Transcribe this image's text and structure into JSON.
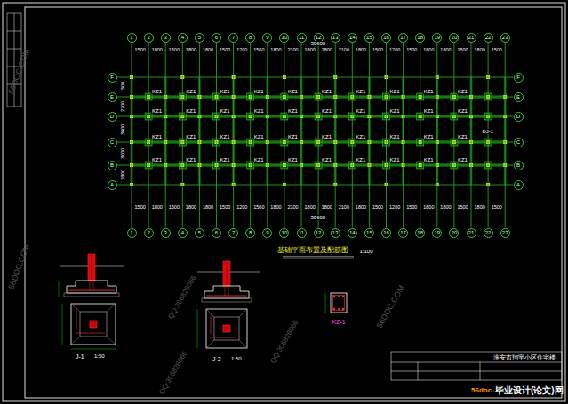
{
  "diagram": {
    "nodes": [
      {
        "text": [
          "1"
        ]
      },
      {
        "text": [
          "2"
        ]
      },
      {
        "text": [
          "3"
        ]
      },
      {
        "text": [
          "4"
        ]
      },
      {
        "text": [
          "5"
        ]
      },
      {
        "text": [
          "6"
        ]
      },
      {
        "text": [
          "7"
        ]
      },
      {
        "text": [
          "8"
        ]
      },
      {
        "text": [
          "9"
        ]
      },
      {
        "text": [
          "10"
        ]
      },
      {
        "text": [
          "11"
        ]
      },
      {
        "text": [
          "12"
        ]
      },
      {
        "text": [
          "13"
        ]
      },
      {
        "text": [
          "14"
        ]
      },
      {
        "text": [
          "15"
        ]
      },
      {
        "text": [
          "16"
        ]
      },
      {
        "text": [
          "17"
        ]
      },
      {
        "text": [
          "18"
        ]
      },
      {
        "text": [
          "19"
        ]
      },
      {
        "text": [
          "20"
        ]
      },
      {
        "text": [
          "21"
        ]
      },
      {
        "text": [
          "22"
        ]
      },
      {
        "text": [
          "23"
        ]
      },
      {
        "text": [
          "1"
        ]
      },
      {
        "text": [
          "2"
        ]
      },
      {
        "text": [
          "3"
        ]
      },
      {
        "text": [
          "4"
        ]
      },
      {
        "text": [
          "5"
        ]
      },
      {
        "text": [
          "6"
        ]
      },
      {
        "text": [
          "7"
        ]
      },
      {
        "text": [
          "8"
        ]
      },
      {
        "text": [
          "9"
        ]
      },
      {
        "text": [
          "10"
        ]
      },
      {
        "text": [
          "11"
        ]
      },
      {
        "text": [
          "12"
        ]
      },
      {
        "text": [
          "13"
        ]
      },
      {
        "text": [
          "14"
        ]
      },
      {
        "text": [
          "15"
        ]
      },
      {
        "text": [
          "16"
        ]
      },
      {
        "text": [
          "17"
        ]
      },
      {
        "text": [
          "18"
        ]
      },
      {
        "text": [
          "19"
        ]
      },
      {
        "text": [
          "20"
        ]
      },
      {
        "text": [
          "21"
        ]
      },
      {
        "text": [
          "22"
        ]
      },
      {
        "text": [
          "23"
        ]
      },
      {
        "text": [
          "F"
        ]
      },
      {
        "text": [
          "E"
        ]
      },
      {
        "text": [
          "D"
        ]
      },
      {
        "text": [
          "C"
        ]
      },
      {
        "text": [
          "B"
        ]
      },
      {
        "text": [
          "A"
        ]
      },
      {
        "text": [
          "F"
        ]
      },
      {
        "text": [
          "E"
        ]
      },
      {
        "text": [
          "D"
        ]
      },
      {
        "text": [
          "C"
        ]
      },
      {
        "text": [
          "B"
        ]
      },
      {
        "text": [
          "A"
        ]
      }
    ],
    "edges": [
      {
        "from": 0,
        "to": 23,
        "arrow": "none"
      },
      {
        "from": 1,
        "to": 24,
        "arrow": "none"
      },
      {
        "from": 2,
        "to": 25,
        "arrow": "none"
      },
      {
        "from": 3,
        "to": 26,
        "arrow": "none"
      },
      {
        "from": 4,
        "to": 27,
        "arrow": "none"
      },
      {
        "from": 5,
        "to": 28,
        "arrow": "none"
      },
      {
        "from": 6,
        "to": 29,
        "arrow": "none"
      },
      {
        "from": 7,
        "to": 30,
        "arrow": "none"
      },
      {
        "from": 8,
        "to": 31,
        "arrow": "none"
      },
      {
        "from": 9,
        "to": 32,
        "arrow": "none"
      },
      {
        "from": 10,
        "to": 33,
        "arrow": "none"
      },
      {
        "from": 11,
        "to": 34,
        "arrow": "none"
      },
      {
        "from": 12,
        "to": 35,
        "arrow": "none"
      },
      {
        "from": 13,
        "to": 36,
        "arrow": "none"
      },
      {
        "from": 14,
        "to": 37,
        "arrow": "none"
      },
      {
        "from": 15,
        "to": 38,
        "arrow": "none"
      },
      {
        "from": 16,
        "to": 39,
        "arrow": "none"
      },
      {
        "from": 17,
        "to": 40,
        "arrow": "none"
      },
      {
        "from": 18,
        "to": 41,
        "arrow": "none"
      },
      {
        "from": 19,
        "to": 42,
        "arrow": "none"
      },
      {
        "from": 20,
        "to": 43,
        "arrow": "none"
      },
      {
        "from": 21,
        "to": 44,
        "arrow": "none"
      },
      {
        "from": 22,
        "to": 45,
        "arrow": "none"
      },
      {
        "from": 46,
        "to": 52,
        "arrow": "none"
      },
      {
        "from": 47,
        "to": 53,
        "arrow": "none"
      },
      {
        "from": 48,
        "to": 54,
        "arrow": "none"
      },
      {
        "from": 49,
        "to": 55,
        "arrow": "none"
      },
      {
        "from": 50,
        "to": 56,
        "arrow": "none"
      },
      {
        "from": 51,
        "to": 57,
        "arrow": "none"
      }
    ],
    "labels": [
      "39600",
      "1500",
      "1800",
      "1500",
      "1800",
      "1800",
      "1500",
      "1200",
      "1500",
      "1800",
      "2100",
      "1800",
      "1800",
      "2100",
      "1800",
      "1500",
      "1200",
      "1500",
      "1800",
      "1800",
      "1500",
      "1800",
      "1500",
      "1500",
      "1800",
      "1500",
      "1800",
      "1800",
      "1500",
      "1200",
      "1500",
      "1800",
      "2100",
      "1800",
      "1800",
      "2100",
      "1800",
      "1500",
      "1200",
      "1500",
      "1800",
      "1800",
      "1500",
      "1800",
      "1500",
      "39600",
      "1500",
      "2700",
      "3600",
      "3000",
      "1800",
      "KZ1",
      "KZ1",
      "KZ1",
      "KZ1",
      "KZ1",
      "KZ1",
      "KZ1",
      "KZ1",
      "KZ1",
      "KZ1",
      "KZ1",
      "KZ1",
      "KZ1",
      "KZ1",
      "KZ1",
      "KZ1",
      "KZ1",
      "KZ1",
      "KZ1",
      "KZ1",
      "KZ1",
      "KZ1",
      "KZ1",
      "KZ1",
      "KZ1",
      "KZ1",
      "KZ1",
      "KZ1",
      "KZ1",
      "KZ1",
      "KZ1",
      "KZ1",
      "KZ1",
      "KZ1",
      "KZ1",
      "KZ1",
      "KZ1",
      "KZ1",
      "KZ1",
      "KZ1",
      "DJ-1",
      "基础平面布置及配筋图",
      "1:100",
      "J-1",
      "1:50",
      "J-2",
      "1:50",
      "KZ-1",
      "淮安市翔宇小区住宅楼",
      "56doc.com",
      "毕业设计(论文)网",
      "56DOC.COM",
      "56DOC.COM",
      "56DOC.COM",
      "QQ:306826066",
      "QQ:306826066",
      "QQ:306826066"
    ]
  }
}
